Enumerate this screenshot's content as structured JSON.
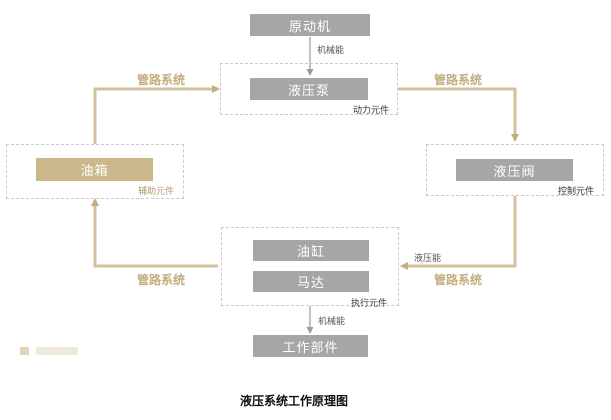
{
  "diagram": {
    "caption": "液压系统工作原理图",
    "nodes": {
      "prime_mover": "原动机",
      "pump": "液压泵",
      "valve": "液压阀",
      "tank": "油箱",
      "cylinder": "油缸",
      "motor": "马达",
      "work": "工作部件"
    },
    "groups": {
      "power": "动力元件",
      "control": "控制元件",
      "auxiliary": "辅助元件",
      "actuator": "执行元件"
    },
    "edges": {
      "mech_energy_top": "机械能",
      "mech_energy_bottom": "机械能",
      "hydraulic_energy": "液压能",
      "pipe_top_left": "管路系统",
      "pipe_top_right": "管路系统",
      "pipe_bottom_left": "管路系统",
      "pipe_bottom_right": "管路系统"
    },
    "colors": {
      "component_gray": "#a6a6a6",
      "component_tan": "#cbb88a",
      "pipe_line": "#d2c19c",
      "dashed_border": "#c9c9c9"
    }
  }
}
